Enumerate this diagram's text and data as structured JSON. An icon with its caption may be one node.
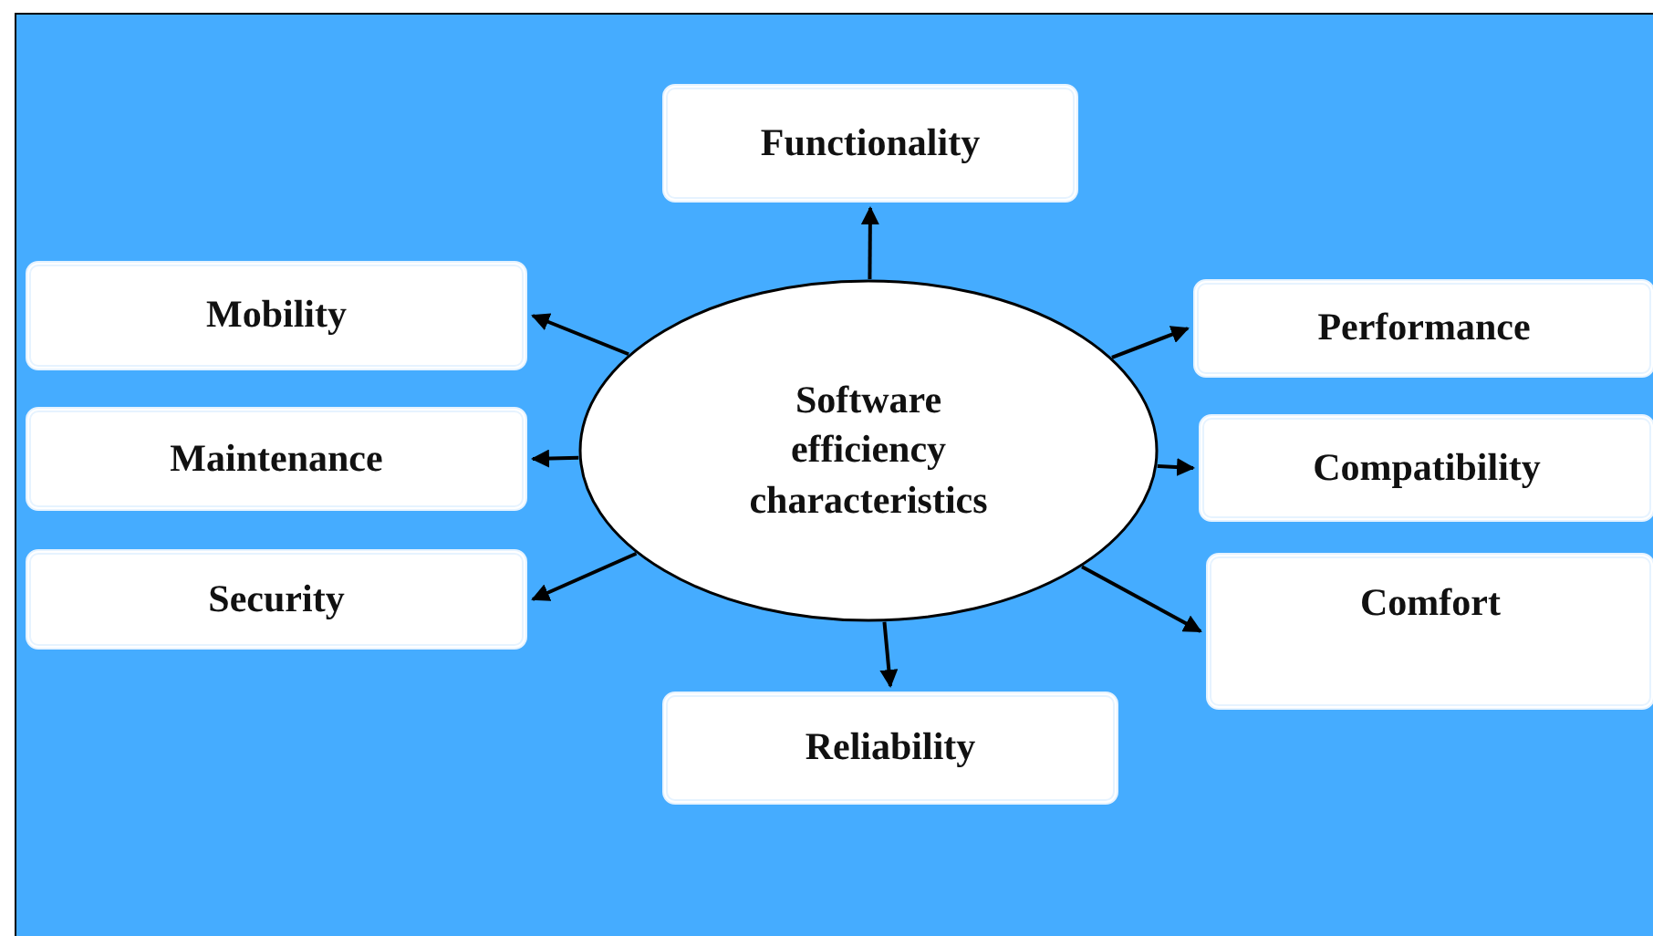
{
  "diagram": {
    "nodes": [
      {
        "text": [
          "Functionality"
        ]
      },
      {
        "text": [
          "Mobility"
        ]
      },
      {
        "text": [
          "Performance"
        ]
      },
      {
        "text": [
          "Software efficiency characteristics"
        ]
      },
      {
        "text": [
          "Maintenance"
        ]
      },
      {
        "text": [
          "Compatibility"
        ]
      },
      {
        "text": [
          "Security"
        ]
      },
      {
        "text": [
          "Comfort"
        ]
      },
      {
        "text": [
          "Reliability"
        ]
      }
    ],
    "edges": [
      {
        "from": 3,
        "to": 0,
        "arrow": "to"
      },
      {
        "from": 3,
        "to": 1,
        "arrow": "to"
      },
      {
        "from": 3,
        "to": 2,
        "arrow": "to"
      },
      {
        "from": 3,
        "to": 4,
        "arrow": "to"
      },
      {
        "from": 3,
        "to": 5,
        "arrow": "to"
      },
      {
        "from": 3,
        "to": 6,
        "arrow": "to"
      },
      {
        "from": 3,
        "to": 7,
        "arrow": "to"
      },
      {
        "from": 3,
        "to": 8,
        "arrow": "to"
      }
    ]
  }
}
